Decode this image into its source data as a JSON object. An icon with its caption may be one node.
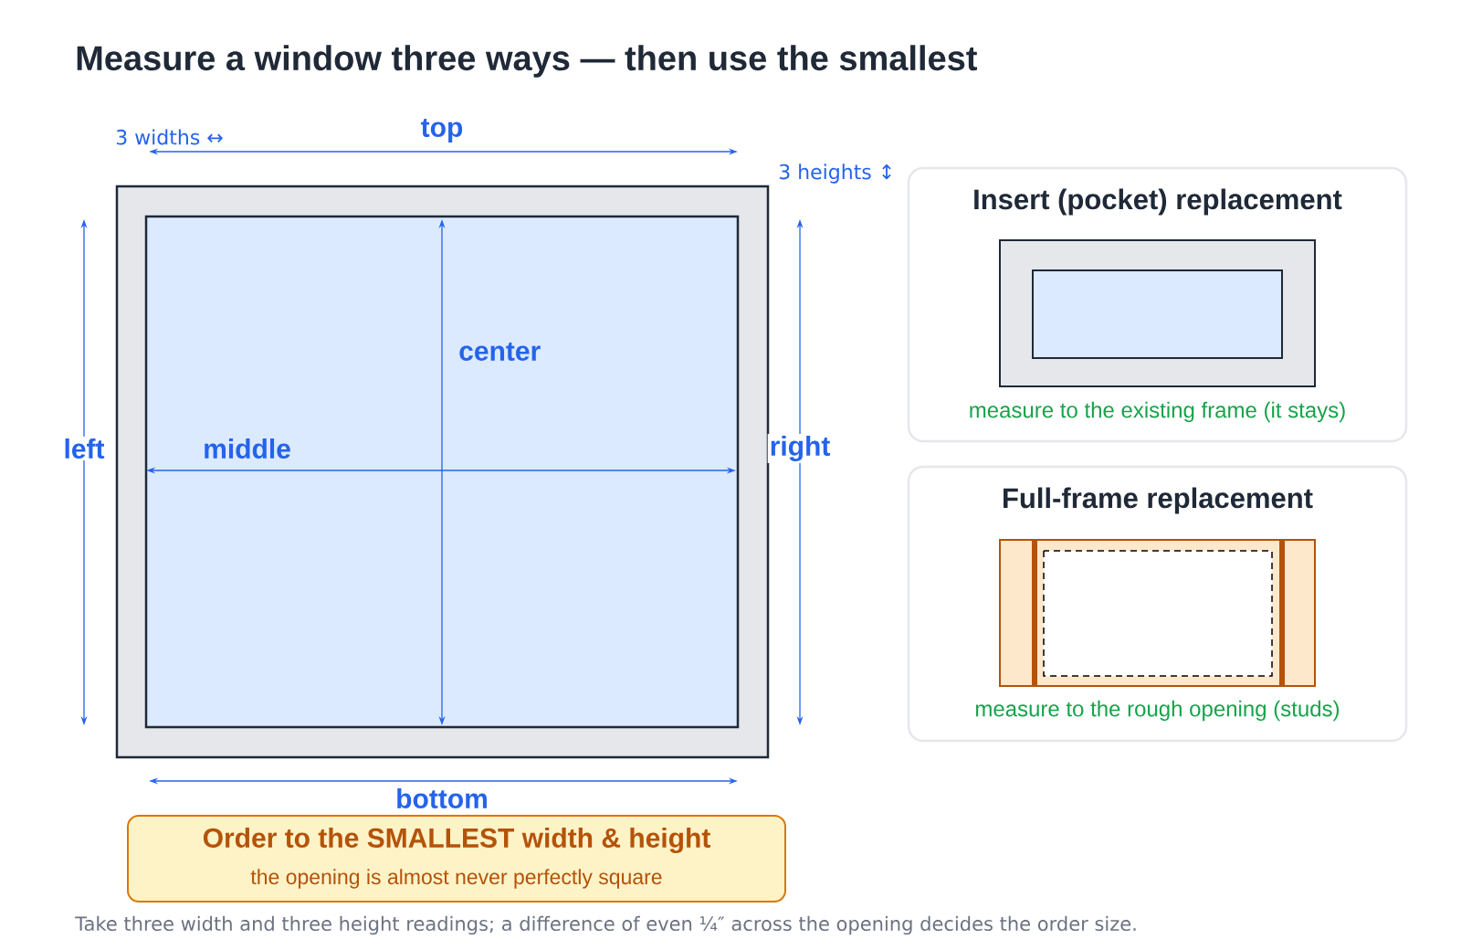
{
  "diagram": {
    "title": "Measure a window three ways — then use the smallest",
    "nodes": [
      {
        "text": [
          "Insert (pocket) replacement",
          "measure to the existing frame (it stays)"
        ]
      },
      {
        "text": [
          "Full-frame replacement",
          "measure to the rough opening (studs)"
        ]
      },
      {
        "text": [
          "Order to the SMALLEST width & height",
          "the opening is almost never perfectly square"
        ]
      }
    ],
    "labels": [
      "top",
      "3 widths ↔",
      "3 heights ↕",
      "center",
      "left",
      "middle",
      "right",
      "bottom"
    ],
    "caption": "Take three width and three height readings; a difference of even ¼″ across the opening decides the order size."
  }
}
